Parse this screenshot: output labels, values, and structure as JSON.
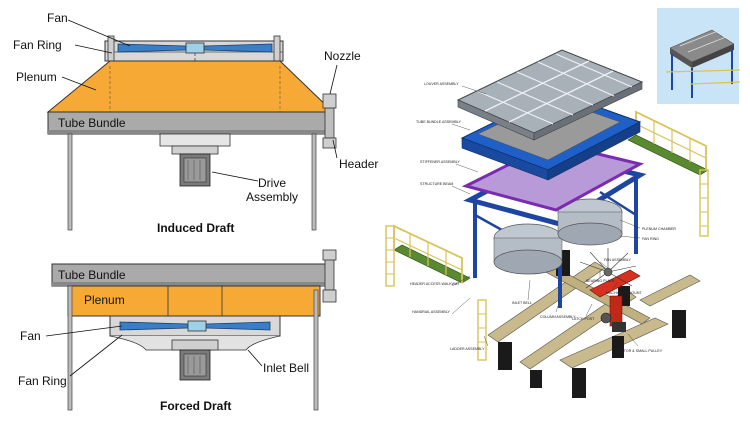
{
  "induced": {
    "fan": "Fan",
    "fan_ring": "Fan Ring",
    "plenum": "Plenum",
    "tube_bundle": "Tube Bundle",
    "nozzle": "Nozzle",
    "header": "Header",
    "drive_assembly_line1": "Drive",
    "drive_assembly_line2": "Assembly",
    "caption": "Induced Draft"
  },
  "forced": {
    "tube_bundle": "Tube Bundle",
    "plenum": "Plenum",
    "fan": "Fan",
    "fan_ring": "Fan Ring",
    "inlet_bell": "Inlet Bell",
    "caption": "Forced Draft"
  },
  "exploded": {
    "labels": [
      "LOUVER ASSEMBLY",
      "TUBE BUNDLE ASSEMBLY",
      "STIFFENER ASSEMBLY",
      "STRUCTURE BEAM",
      "HEADER ACCESS WALKWAY",
      "HANDRAIL ASSEMBLY",
      "LADDER ASSEMBLY",
      "PLENUM CHAMBER",
      "FAN RING",
      "FAN ASSEMBLY",
      "INLET BELL",
      "COLUMN ASSEMBLY",
      "BEARING PLATE",
      "MACHINERY MOUNT",
      "MOTOR & SMALL PULLEY",
      "LATCH POST"
    ]
  },
  "colors": {
    "plenum": "#f7a935",
    "tube_bundle": "#aaaaaa",
    "steel_blue": "#1e45a0",
    "purple": "#7b2bb0",
    "railing": "#d9c35a",
    "base": "#c8ba8c",
    "motor_red": "#d63020"
  }
}
